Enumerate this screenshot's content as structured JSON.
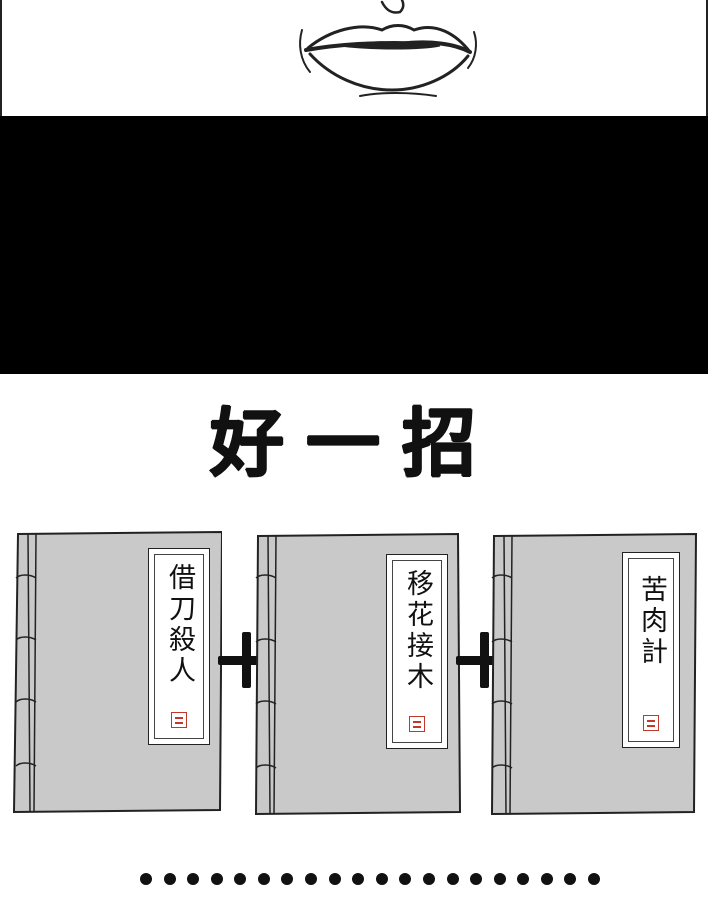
{
  "headline": "好一招",
  "books": [
    {
      "title": "借刀殺人"
    },
    {
      "title": "移花接木"
    },
    {
      "title": "苦肉計"
    }
  ],
  "operators": [
    "+",
    "+"
  ],
  "ellipsis_dot_count": 20,
  "colors": {
    "book_cover": "#c9c9c9",
    "panel_black": "#000000",
    "seal_red": "#c0392b"
  }
}
